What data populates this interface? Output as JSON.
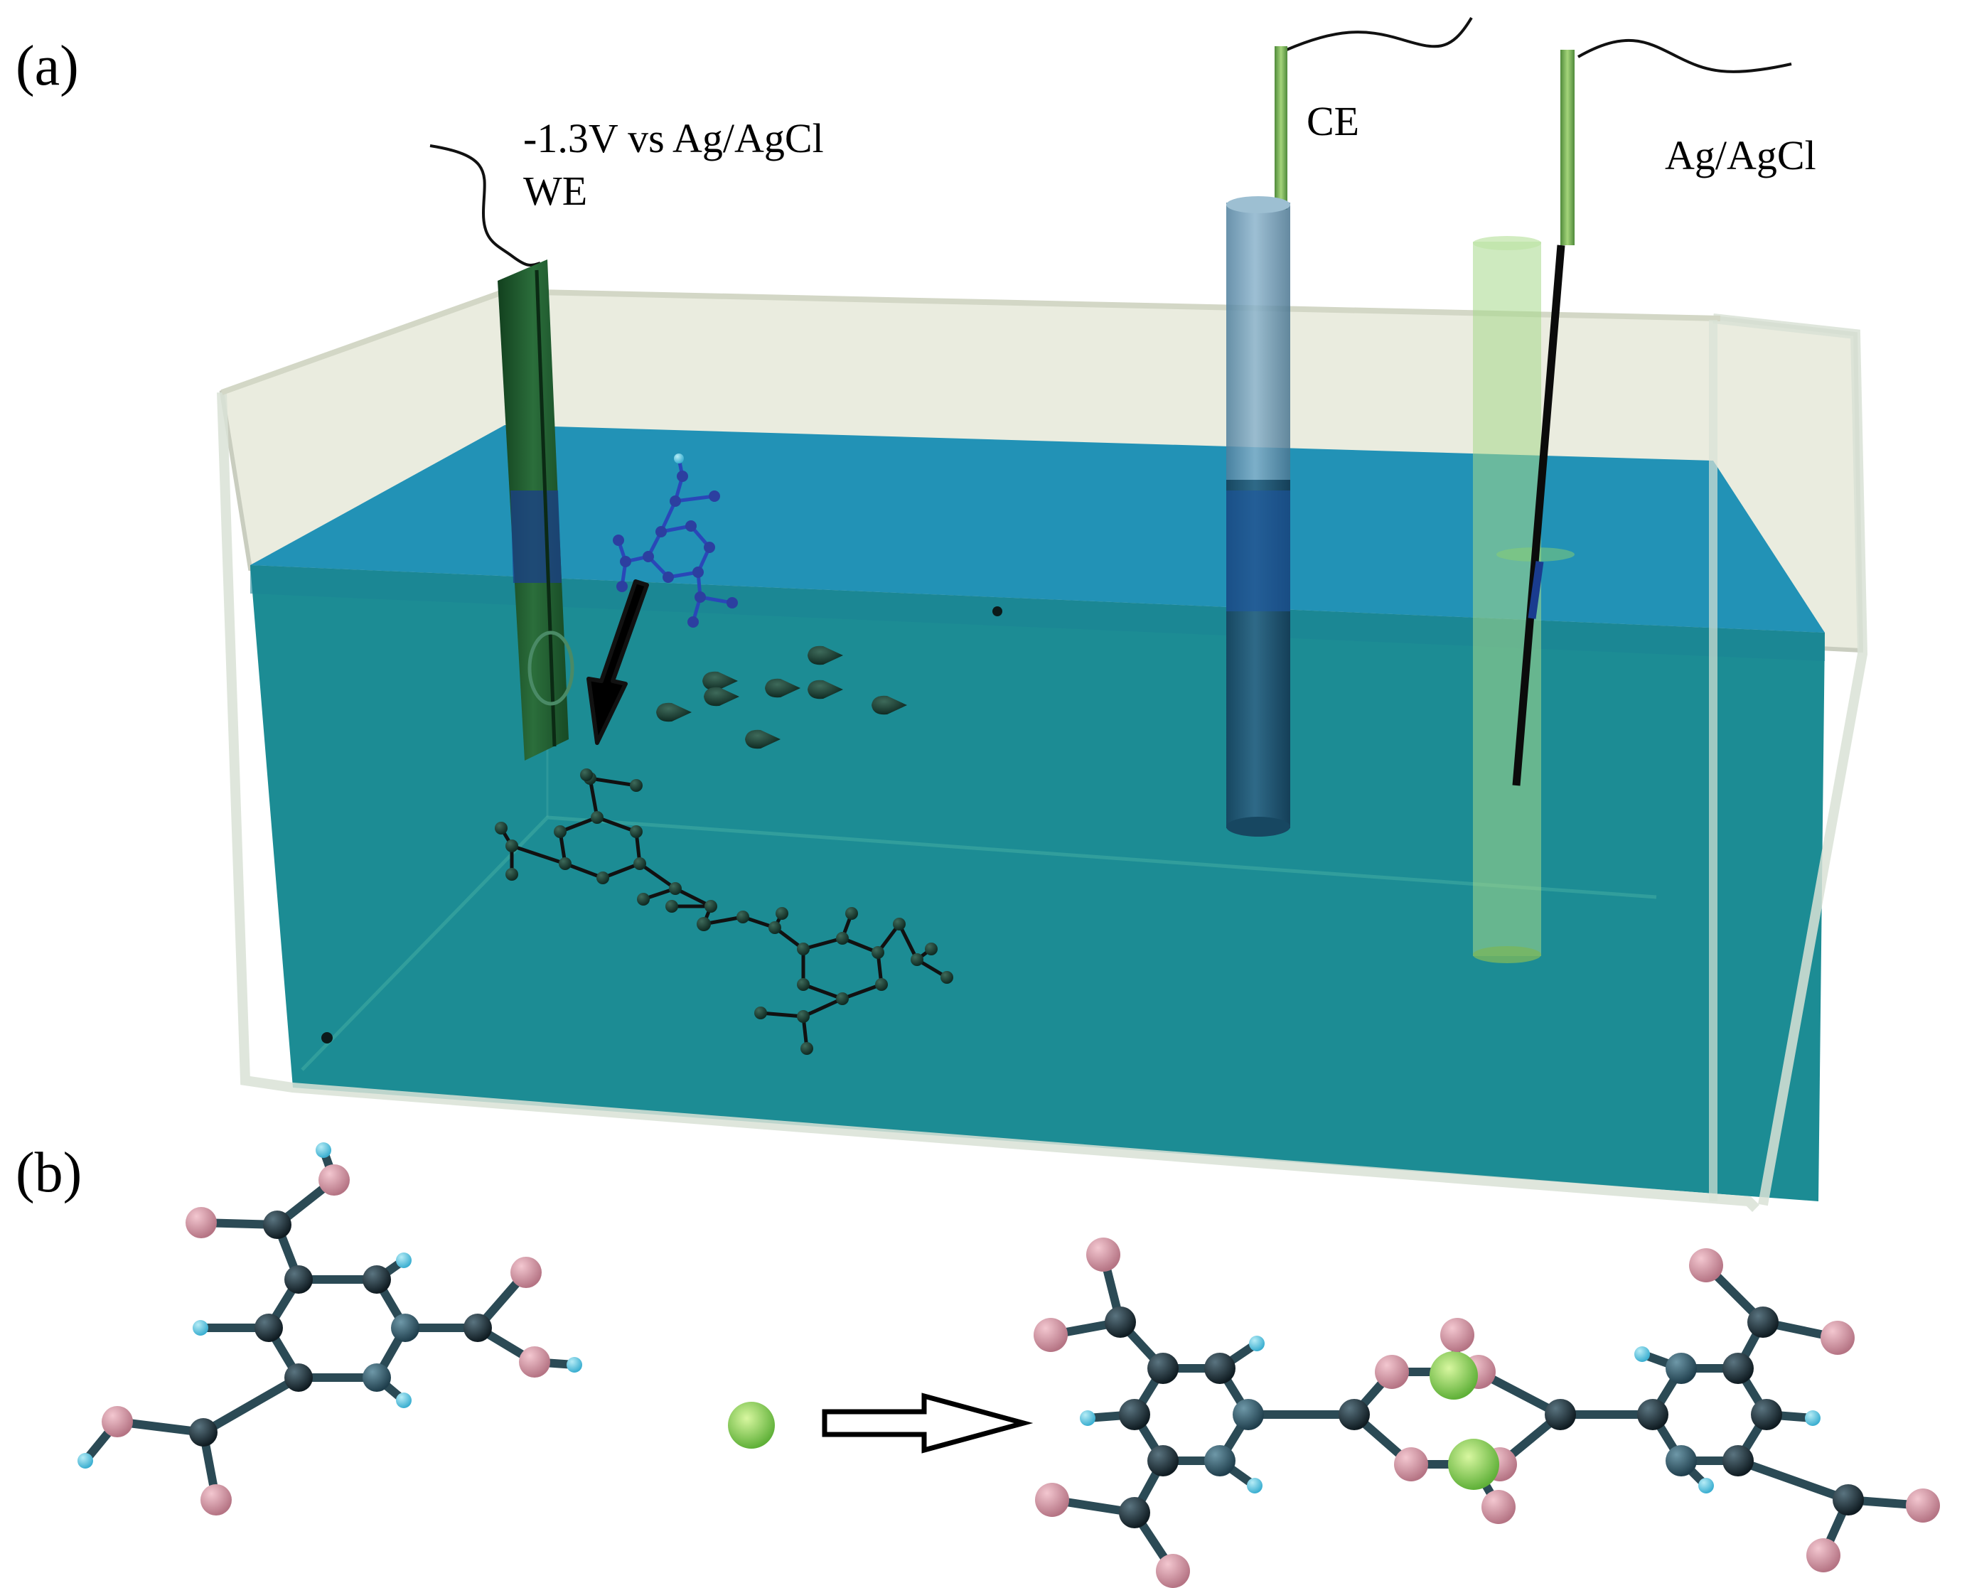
{
  "panels": {
    "a": "(a)",
    "b": "(b)"
  },
  "electrodes": {
    "we_potential": "-1.3V vs Ag/AgCl",
    "we": "WE",
    "ce": "CE",
    "ref": "Ag/AgCl"
  },
  "colors": {
    "solution": "#1d8f97",
    "solution_top": "#2295b8",
    "tank_glass": "#e6e7d8",
    "we_electrode": "#1e5a2c",
    "ce_tube": "#6d9bb8",
    "ref_tube": "#a8d890",
    "wire_green": "#7fb05a",
    "carbon": "#1c2b33",
    "oxygen": "#d59aa8",
    "hydrogen": "#5fc6e0",
    "metal_ion": "#8ad048",
    "arrow_fill": "#ffffff",
    "arrow_stroke": "#000000"
  },
  "icons": {
    "reaction_arrow": "hollow-right-arrow-icon",
    "deposition_arrow": "solid-down-left-arrow-icon",
    "metal_ion": "green-sphere-icon"
  }
}
